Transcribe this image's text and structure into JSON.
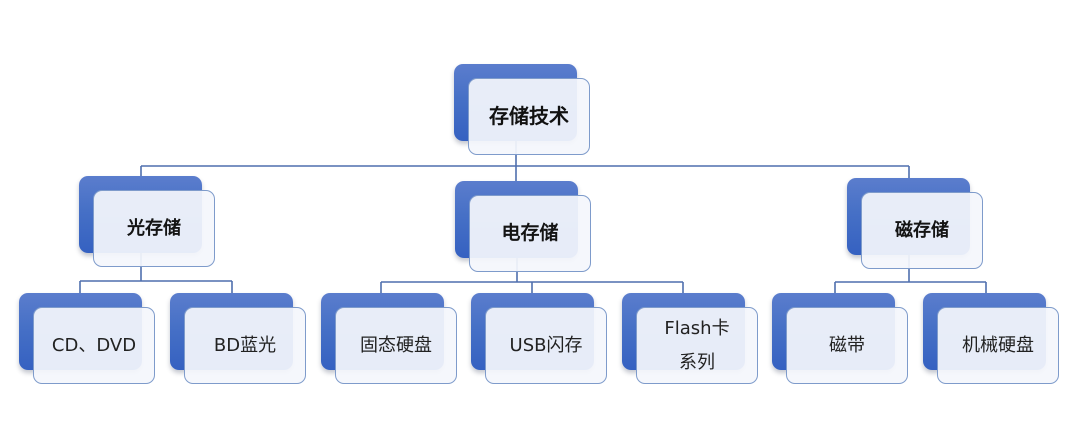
{
  "diagram": {
    "root": {
      "label": "存储技术"
    },
    "categories": [
      {
        "label": "光存储",
        "children": [
          {
            "label": "CD、DVD"
          },
          {
            "label": "BD蓝光"
          }
        ]
      },
      {
        "label": "电存储",
        "children": [
          {
            "label": "固态硬盘"
          },
          {
            "label": "USB闪存"
          },
          {
            "label": "Flash卡\n系列"
          }
        ]
      },
      {
        "label": "磁存储",
        "children": [
          {
            "label": "磁带"
          },
          {
            "label": "机械硬盘"
          }
        ]
      }
    ]
  },
  "colors": {
    "node_back": "#3f68c4",
    "node_front": "#eef2fa",
    "node_border": "#7e9bcb",
    "connector": "#4f6fae"
  }
}
